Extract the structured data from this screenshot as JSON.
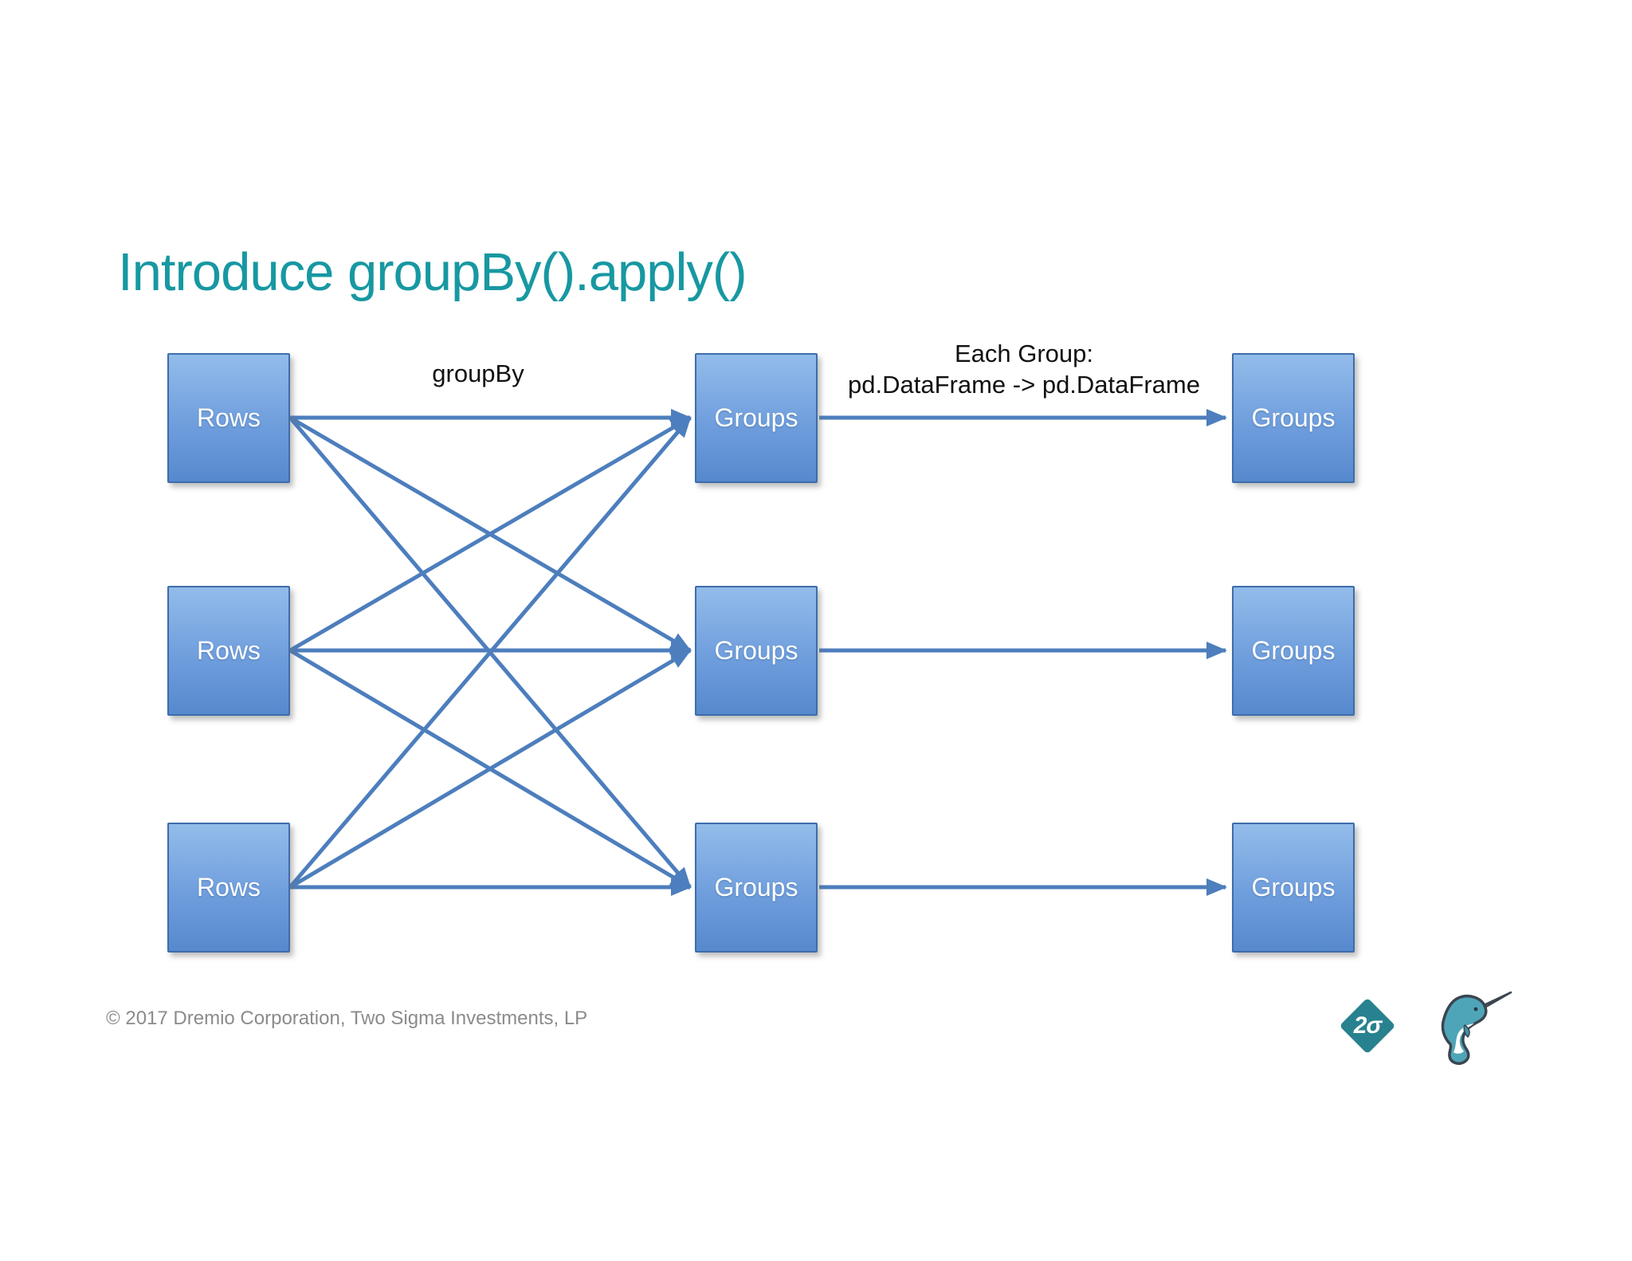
{
  "slide": {
    "title": "Introduce groupBy().apply()",
    "footer": "© 2017 Dremio Corporation, Two Sigma Investments, LP"
  },
  "diagram": {
    "source_boxes": [
      {
        "label": "Rows"
      },
      {
        "label": "Rows"
      },
      {
        "label": "Rows"
      }
    ],
    "group_boxes": [
      {
        "label": "Groups"
      },
      {
        "label": "Groups"
      },
      {
        "label": "Groups"
      }
    ],
    "result_boxes": [
      {
        "label": "Groups"
      },
      {
        "label": "Groups"
      },
      {
        "label": "Groups"
      }
    ],
    "edge_labels": {
      "group_by": "groupBy",
      "each_group_line1": "Each Group:",
      "each_group_line2": "pd.DataFrame -> pd.DataFrame"
    }
  },
  "branding": {
    "two_sigma_text": "2σ",
    "two_sigma_icon": "two-sigma-diamond-logo",
    "dremio_icon": "dremio-narwhal-logo"
  },
  "colors": {
    "title_teal": "#1798a2",
    "box_fill_top": "#93bcea",
    "box_fill_bottom": "#5689cd",
    "box_border": "#3e6daa",
    "arrow_blue": "#4d7ebd",
    "label_black": "#111111",
    "footer_gray": "#8b8b8b",
    "two_sigma_teal": "#28818e",
    "narwhal_teal": "#4fa5b8"
  }
}
